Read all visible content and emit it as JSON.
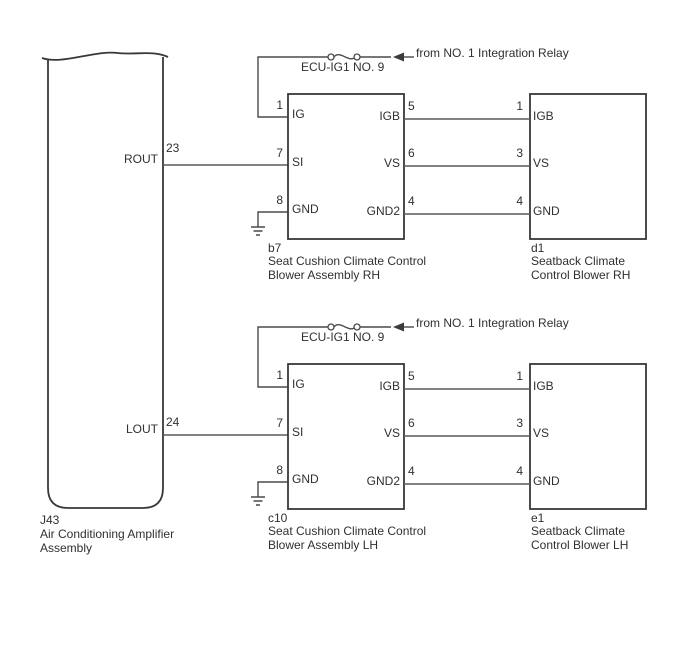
{
  "amplifier": {
    "connector_id": "J43",
    "caption_line1": "Air Conditioning Amplifier",
    "caption_line2": "Assembly",
    "outputs": [
      {
        "pin": "23",
        "label": "ROUT"
      },
      {
        "pin": "24",
        "label": "LOUT"
      }
    ]
  },
  "channels": [
    {
      "feed": {
        "fuse_label": "ECU-IG1 NO. 9",
        "source_label": "from NO. 1 Integration Relay"
      },
      "cushion": {
        "connector_id": "b7",
        "caption_line1": "Seat Cushion Climate Control",
        "caption_line2": "Blower Assembly RH",
        "pins_left": [
          {
            "pin": "1",
            "label": "IG"
          },
          {
            "pin": "7",
            "label": "SI"
          },
          {
            "pin": "8",
            "label": "GND"
          }
        ],
        "pins_right": [
          {
            "pin": "5",
            "label": "IGB"
          },
          {
            "pin": "6",
            "label": "VS"
          },
          {
            "pin": "4",
            "label": "GND2"
          }
        ]
      },
      "seatback": {
        "connector_id": "d1",
        "caption_line1": "Seatback Climate",
        "caption_line2": "Control Blower RH",
        "pins": [
          {
            "pin": "1",
            "label": "IGB"
          },
          {
            "pin": "3",
            "label": "VS"
          },
          {
            "pin": "4",
            "label": "GND"
          }
        ]
      }
    },
    {
      "feed": {
        "fuse_label": "ECU-IG1 NO. 9",
        "source_label": "from NO. 1 Integration Relay"
      },
      "cushion": {
        "connector_id": "c10",
        "caption_line1": "Seat Cushion Climate Control",
        "caption_line2": "Blower Assembly LH",
        "pins_left": [
          {
            "pin": "1",
            "label": "IG"
          },
          {
            "pin": "7",
            "label": "SI"
          },
          {
            "pin": "8",
            "label": "GND"
          }
        ],
        "pins_right": [
          {
            "pin": "5",
            "label": "IGB"
          },
          {
            "pin": "6",
            "label": "VS"
          },
          {
            "pin": "4",
            "label": "GND2"
          }
        ]
      },
      "seatback": {
        "connector_id": "e1",
        "caption_line1": "Seatback Climate",
        "caption_line2": "Control Blower LH",
        "pins": [
          {
            "pin": "1",
            "label": "IGB"
          },
          {
            "pin": "3",
            "label": "VS"
          },
          {
            "pin": "4",
            "label": "GND"
          }
        ]
      }
    }
  ]
}
